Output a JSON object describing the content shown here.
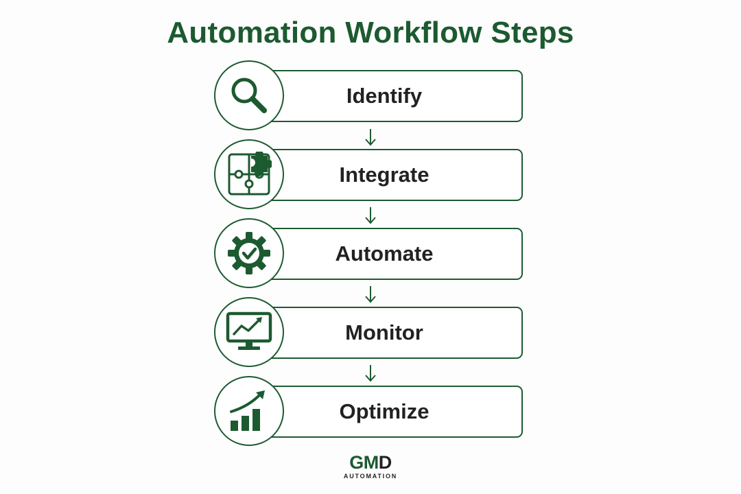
{
  "colors": {
    "primary": "#1c5a30",
    "text_dark": "#222222",
    "background": "#fdfdfd"
  },
  "title": "Automation Workflow Steps",
  "steps": [
    {
      "label": "Identify",
      "icon": "magnifying-glass-icon"
    },
    {
      "label": "Integrate",
      "icon": "puzzle-pieces-icon"
    },
    {
      "label": "Automate",
      "icon": "gear-check-icon"
    },
    {
      "label": "Monitor",
      "icon": "monitor-chart-icon"
    },
    {
      "label": "Optimize",
      "icon": "growth-bar-chart-icon"
    }
  ],
  "logo": {
    "mark_left": "GM",
    "mark_right": "D",
    "subtitle": "AUTOMATION"
  }
}
